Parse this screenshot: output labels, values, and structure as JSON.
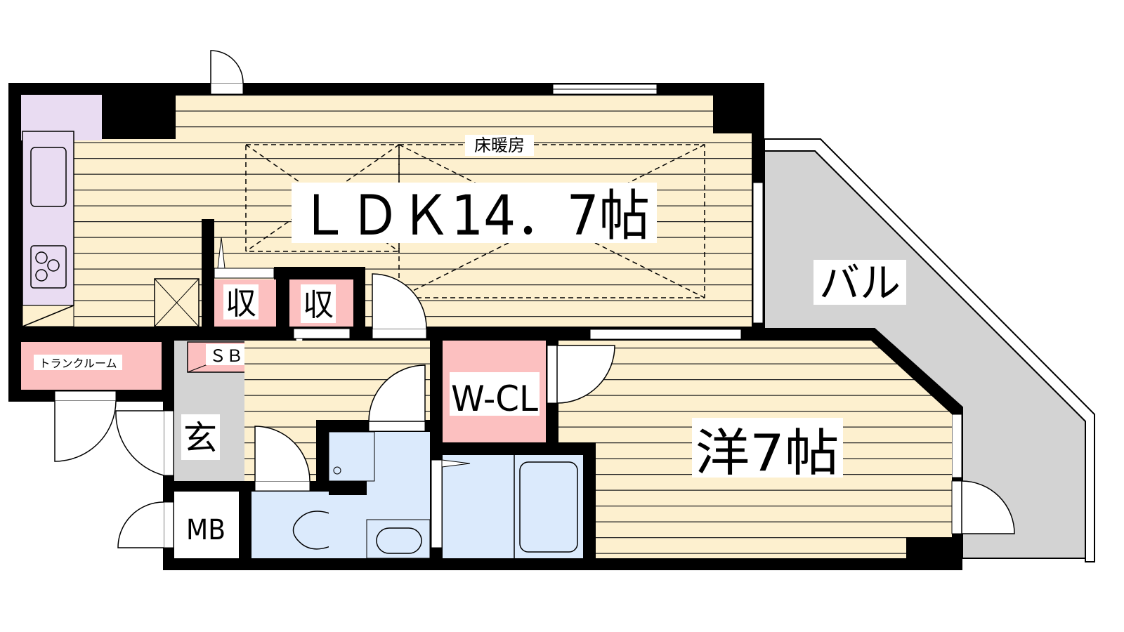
{
  "rooms": {
    "ldk": "ＬＤＫ14．7帖",
    "floor_heating": "床暖房",
    "balcony": "バル",
    "storage_1": "収",
    "storage_2": "収",
    "shoe_box": "ＳＢ",
    "trunk_room": "トランクルーム",
    "entrance": "玄",
    "meter_box": "MB",
    "walk_in_closet": "W-CL",
    "western_room": "洋7帖"
  },
  "colors": {
    "wall": "#000000",
    "floor": "#fdf0cf",
    "kitchen": "#e9dcf2",
    "storage": "#fcc0c0",
    "wet_area": "#dbeafc",
    "entrance": "#d3d3d3",
    "balcony": "#d3d3d3"
  }
}
